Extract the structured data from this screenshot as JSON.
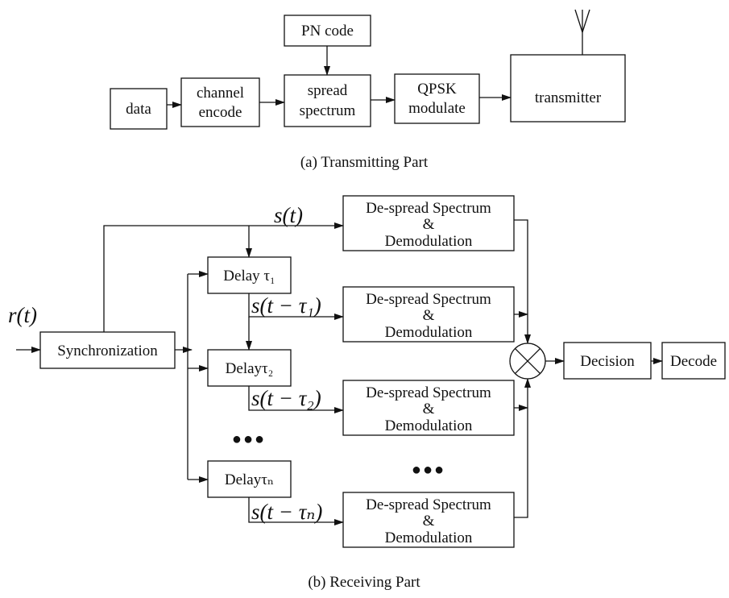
{
  "transmit": {
    "blocks": {
      "data": "data",
      "channel_encode": [
        "channel",
        "encode"
      ],
      "spread_spectrum": [
        "spread",
        "spectrum"
      ],
      "qpsk": [
        "QPSK",
        "modulate"
      ],
      "transmitter": "transmitter",
      "pn_code": "PN code"
    },
    "caption": "(a)   Transmitting Part"
  },
  "receive": {
    "signals": {
      "r": "r(t)",
      "s": "s(t)",
      "s1": "s(t − τ₁)",
      "s2": "s(t − τ₂)",
      "sn": "s(t − τₙ)"
    },
    "blocks": {
      "sync": "Synchronization",
      "delays": [
        "Delay τ₁",
        "Delayτ₂",
        "Delayτₙ"
      ],
      "despread": [
        "De-spread Spectrum",
        "&",
        "Demodulation"
      ],
      "decision": "Decision",
      "decode": "Decode"
    },
    "ellipsis": "●●●",
    "caption": "(b)   Receiving Part"
  }
}
